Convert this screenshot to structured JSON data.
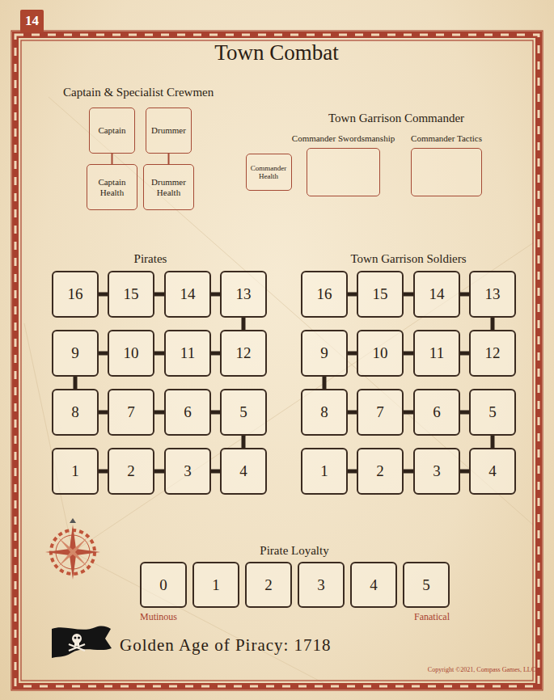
{
  "diagram": {
    "title": "Town Combat",
    "nodes": [
      {
        "text": [
          "Captain"
        ]
      },
      {
        "text": [
          "Drummer"
        ]
      },
      {
        "text": [
          "Captain Health"
        ]
      },
      {
        "text": [
          "Drummer Health"
        ]
      },
      {
        "text": [
          "Commander Health"
        ]
      },
      {
        "text": [
          "Commander Swordsmanship"
        ]
      },
      {
        "text": [
          "Commander Tactics"
        ]
      },
      {
        "text": [
          "16"
        ]
      },
      {
        "text": [
          "15"
        ]
      },
      {
        "text": [
          "14"
        ]
      },
      {
        "text": [
          "13"
        ]
      },
      {
        "text": [
          "9"
        ]
      },
      {
        "text": [
          "10"
        ]
      },
      {
        "text": [
          "11"
        ]
      },
      {
        "text": [
          "12"
        ]
      },
      {
        "text": [
          "8"
        ]
      },
      {
        "text": [
          "7"
        ]
      },
      {
        "text": [
          "6"
        ]
      },
      {
        "text": [
          "5"
        ]
      },
      {
        "text": [
          "1"
        ]
      },
      {
        "text": [
          "2"
        ]
      },
      {
        "text": [
          "3"
        ]
      },
      {
        "text": [
          "4"
        ]
      },
      {
        "text": [
          "16"
        ]
      },
      {
        "text": [
          "15"
        ]
      },
      {
        "text": [
          "14"
        ]
      },
      {
        "text": [
          "13"
        ]
      },
      {
        "text": [
          "9"
        ]
      },
      {
        "text": [
          "10"
        ]
      },
      {
        "text": [
          "11"
        ]
      },
      {
        "text": [
          "12"
        ]
      },
      {
        "text": [
          "8"
        ]
      },
      {
        "text": [
          "7"
        ]
      },
      {
        "text": [
          "6"
        ]
      },
      {
        "text": [
          "5"
        ]
      },
      {
        "text": [
          "1"
        ]
      },
      {
        "text": [
          "2"
        ]
      },
      {
        "text": [
          "3"
        ]
      },
      {
        "text": [
          "4"
        ]
      },
      {
        "text": [
          "0"
        ]
      },
      {
        "text": [
          "1"
        ]
      },
      {
        "text": [
          "2"
        ]
      },
      {
        "text": [
          "3"
        ]
      },
      {
        "text": [
          "4"
        ]
      },
      {
        "text": [
          "5"
        ]
      }
    ],
    "edges": [
      {
        "from": 0,
        "to": 2,
        "arrow": "none"
      },
      {
        "from": 1,
        "to": 3,
        "arrow": "none"
      },
      {
        "from": 19,
        "to": 20,
        "arrow": "none"
      },
      {
        "from": 20,
        "to": 21,
        "arrow": "none"
      },
      {
        "from": 21,
        "to": 22,
        "arrow": "none"
      },
      {
        "from": 22,
        "to": 18,
        "arrow": "none"
      },
      {
        "from": 18,
        "to": 17,
        "arrow": "none"
      },
      {
        "from": 17,
        "to": 16,
        "arrow": "none"
      },
      {
        "from": 16,
        "to": 15,
        "arrow": "none"
      },
      {
        "from": 15,
        "to": 11,
        "arrow": "none"
      },
      {
        "from": 11,
        "to": 12,
        "arrow": "none"
      },
      {
        "from": 12,
        "to": 13,
        "arrow": "none"
      },
      {
        "from": 13,
        "to": 14,
        "arrow": "none"
      },
      {
        "from": 14,
        "to": 10,
        "arrow": "none"
      },
      {
        "from": 10,
        "to": 9,
        "arrow": "none"
      },
      {
        "from": 9,
        "to": 8,
        "arrow": "none"
      },
      {
        "from": 8,
        "to": 7,
        "arrow": "none"
      },
      {
        "from": 35,
        "to": 36,
        "arrow": "none"
      },
      {
        "from": 36,
        "to": 37,
        "arrow": "none"
      },
      {
        "from": 37,
        "to": 38,
        "arrow": "none"
      },
      {
        "from": 38,
        "to": 34,
        "arrow": "none"
      },
      {
        "from": 34,
        "to": 33,
        "arrow": "none"
      },
      {
        "from": 33,
        "to": 32,
        "arrow": "none"
      },
      {
        "from": 32,
        "to": 31,
        "arrow": "none"
      },
      {
        "from": 31,
        "to": 27,
        "arrow": "none"
      },
      {
        "from": 27,
        "to": 28,
        "arrow": "none"
      },
      {
        "from": 28,
        "to": 29,
        "arrow": "none"
      },
      {
        "from": 29,
        "to": 30,
        "arrow": "none"
      },
      {
        "from": 30,
        "to": 26,
        "arrow": "none"
      },
      {
        "from": 26,
        "to": 25,
        "arrow": "none"
      },
      {
        "from": 25,
        "to": 24,
        "arrow": "none"
      },
      {
        "from": 24,
        "to": 23,
        "arrow": "none"
      }
    ],
    "labels": [
      "14",
      "Captain & Specialist Crewmen",
      "Town Garrison Commander",
      "Pirates",
      "Town Garrison Soldiers",
      "Pirate Loyalty",
      "Mutinous",
      "Fanatical",
      "Golden Age of Piracy: 1718",
      "Copyright ©2021, Compass Games, LLC"
    ]
  }
}
